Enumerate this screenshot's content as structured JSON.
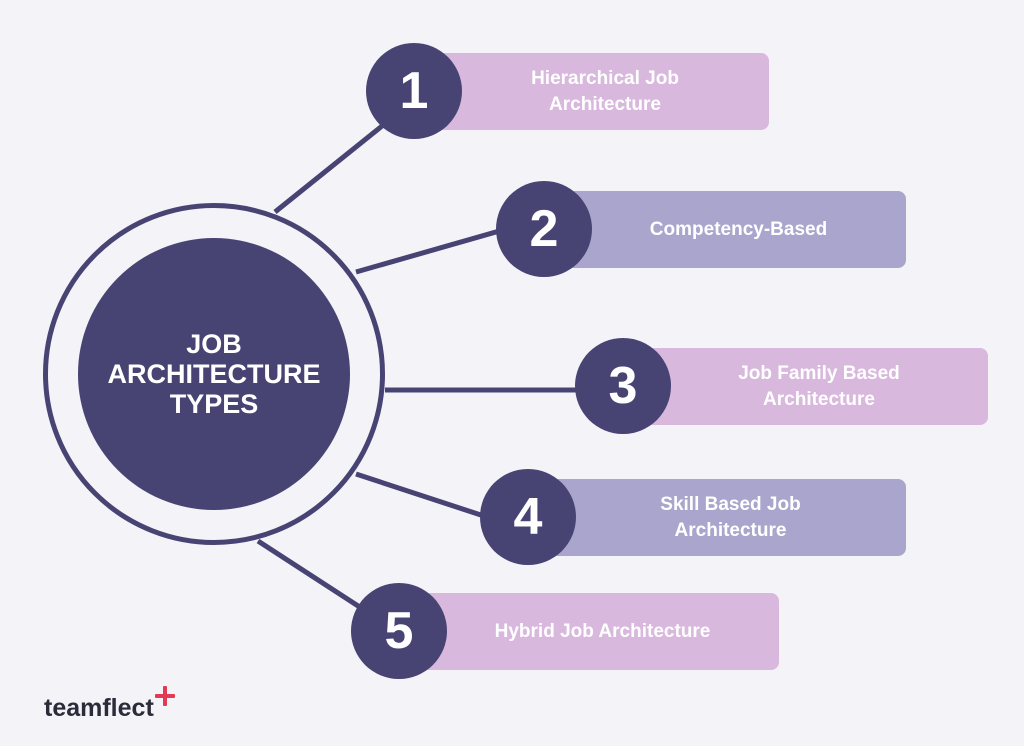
{
  "center": {
    "title": "JOB\nARCHITECTURE\nTYPES"
  },
  "items": [
    {
      "number": "1",
      "label": "Hierarchical Job\nArchitecture",
      "color": "#d9b8de"
    },
    {
      "number": "2",
      "label": "Competency-Based",
      "color": "#a9a5cc"
    },
    {
      "number": "3",
      "label": "Job Family Based\nArchitecture",
      "color": "#d9b8de"
    },
    {
      "number": "4",
      "label": "Skill Based Job\nArchitecture",
      "color": "#a9a5cc"
    },
    {
      "number": "5",
      "label": "Hybrid Job Architecture",
      "color": "#d9b8de"
    }
  ],
  "brand": {
    "name": "teamflect",
    "accent_color": "#e23a52"
  },
  "colors": {
    "primary": "#474474",
    "background": "#f4f3f8"
  }
}
